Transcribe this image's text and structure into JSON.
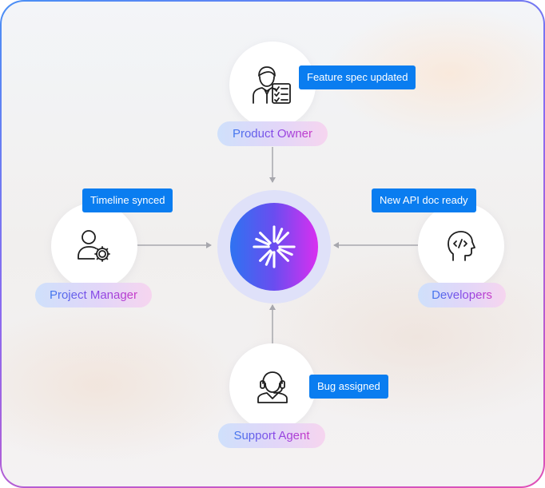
{
  "roles": {
    "product_owner": {
      "label": "Product Owner",
      "message": "Feature spec updated",
      "icon": "product-owner-icon"
    },
    "project_manager": {
      "label": "Project Manager",
      "message": "Timeline synced",
      "icon": "project-manager-icon"
    },
    "developers": {
      "label": "Developers",
      "message": "New API doc ready",
      "icon": "developer-icon"
    },
    "support_agent": {
      "label": "Support Agent",
      "message": "Bug assigned",
      "icon": "support-agent-icon"
    }
  },
  "hub": {
    "icon": "sparkle-icon"
  },
  "colors": {
    "tag_background": "#0a7df0",
    "hub_gradient_start": "#2e73f1",
    "hub_gradient_end": "#d92ff0",
    "frame_gradient_start": "#4a8ff5",
    "frame_gradient_end": "#e04fb6",
    "connector": "#a7a7ad"
  }
}
